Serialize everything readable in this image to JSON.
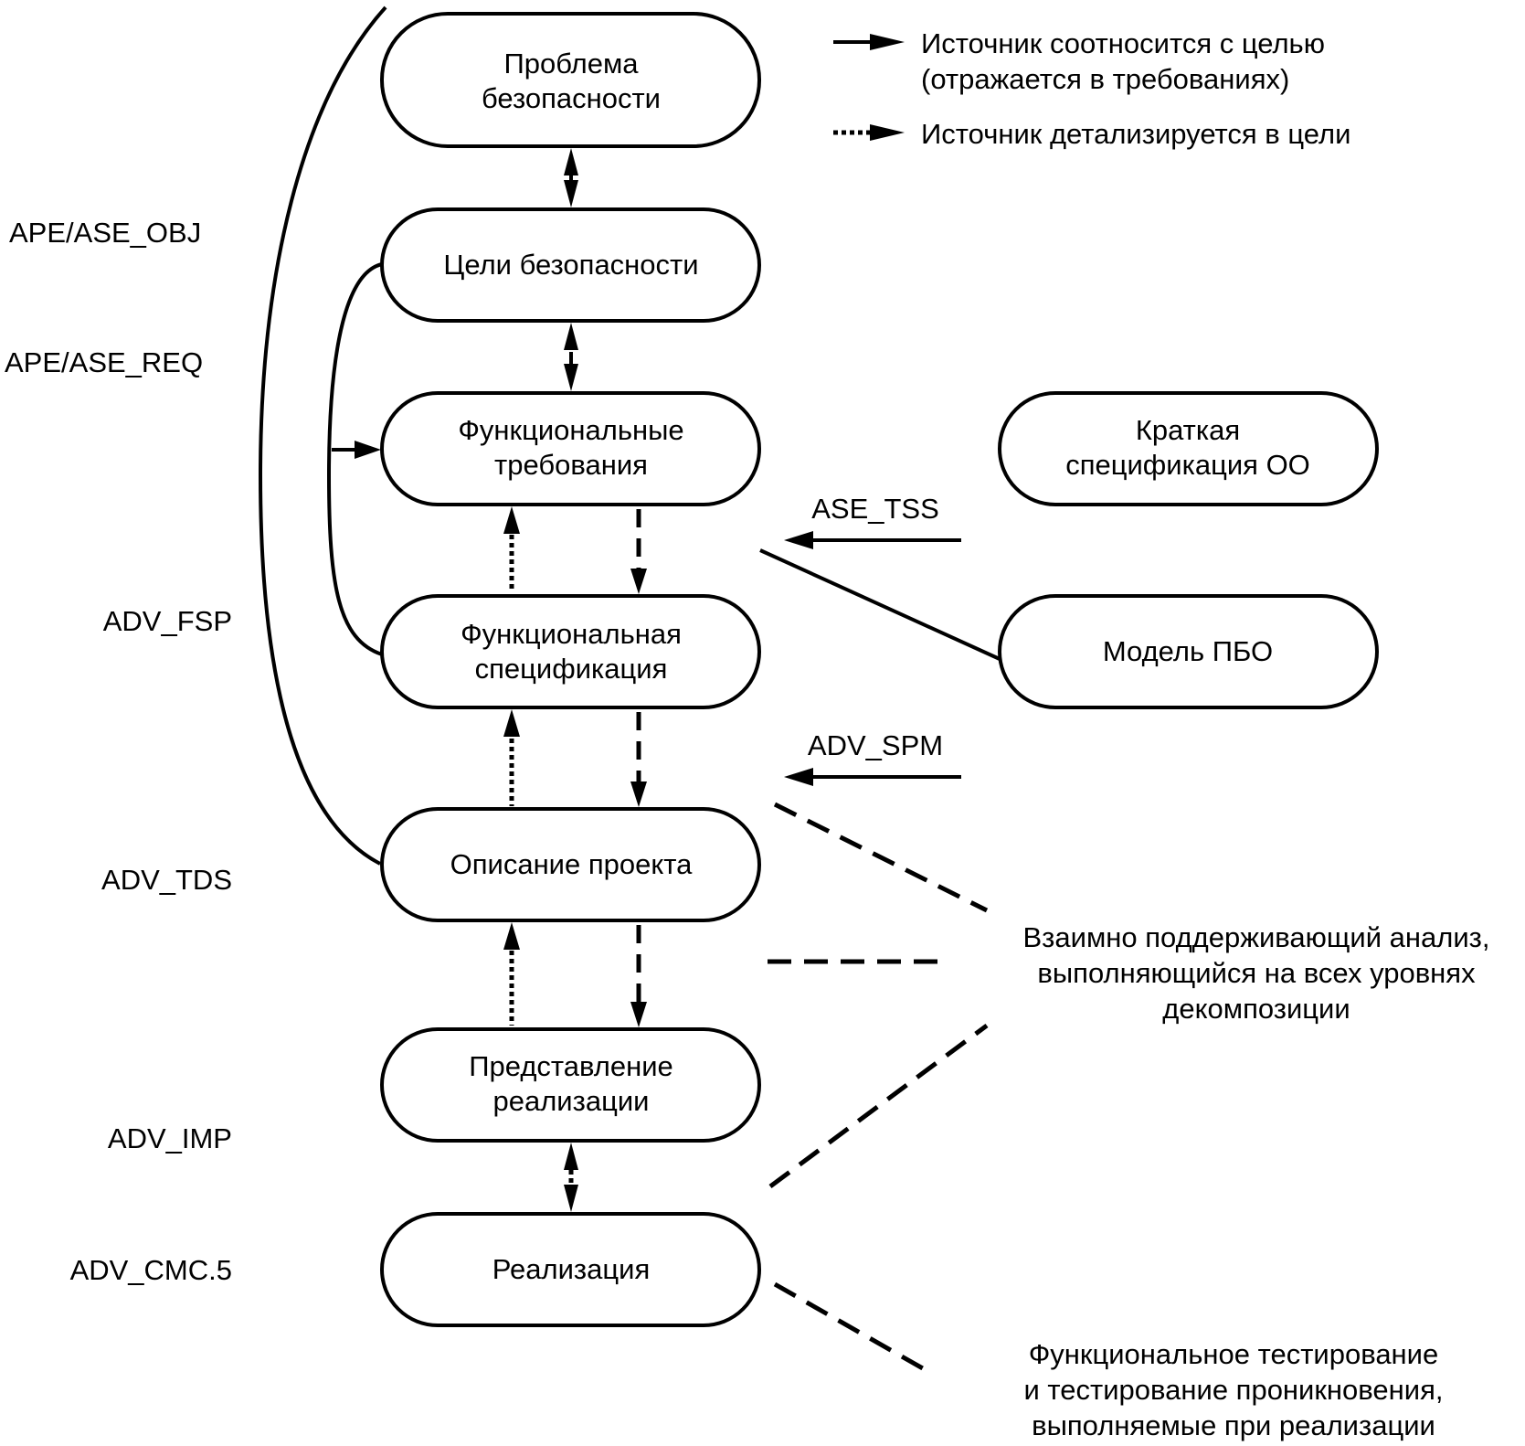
{
  "legend": {
    "solid": {
      "line1": "Источник соотносится с целью",
      "line2": "(отражается в требованиях)"
    },
    "dotted": {
      "line1": "Источник детализируется в цели"
    }
  },
  "nodes": {
    "problem": [
      "Проблема",
      "безопасности"
    ],
    "objectives": [
      "Цели безопасности"
    ],
    "func_req": [
      "Функциональные",
      "требования"
    ],
    "func_spec": [
      "Функциональная",
      "спецификация"
    ],
    "design": [
      "Описание проекта"
    ],
    "impl_repr": [
      "Представление",
      "реализации"
    ],
    "impl": [
      "Реализация"
    ],
    "toe_summary": [
      "Краткая",
      "спецификация ОО"
    ],
    "tsf_model": [
      "Модель ПБО"
    ]
  },
  "left_labels": {
    "obj": "APE/ASE_OBJ",
    "req": "APE/ASE_REQ",
    "fsp": "ADV_FSP",
    "tds": "ADV_TDS",
    "imp": "ADV_IMP",
    "cmc": "ADV_CMC.5"
  },
  "arrow_labels": {
    "tss": "ASE_TSS",
    "spm": "ADV_SPM"
  },
  "annotations": {
    "mutual": [
      "Взаимно поддерживающий анализ,",
      "выполняющийся на всех уровнях",
      "декомпозиции"
    ],
    "testing": [
      "Функциональное тестирование",
      "и тестирование проникновения,",
      "выполняемые при реализации"
    ]
  }
}
